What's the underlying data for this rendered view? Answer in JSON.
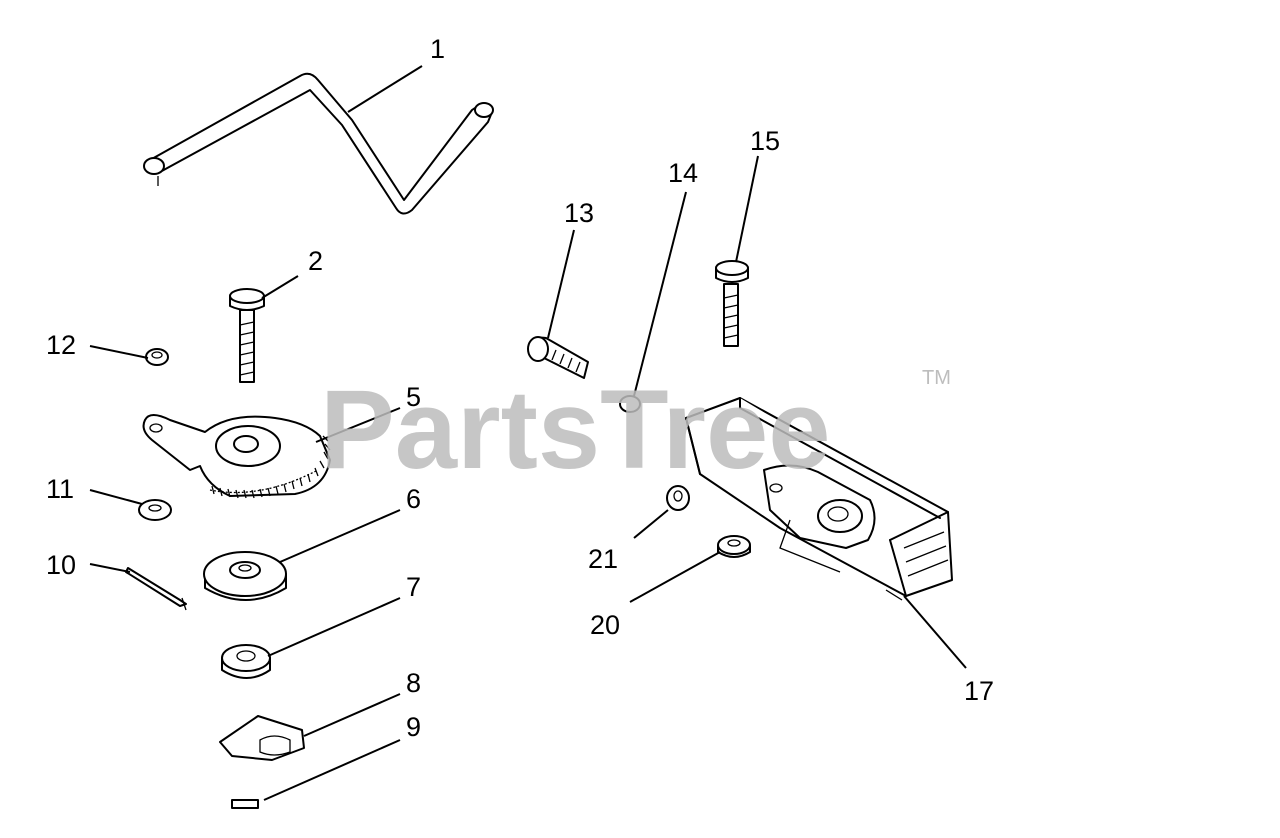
{
  "watermark": {
    "text": "PartsTree",
    "tm": "TM"
  },
  "callouts": {
    "c1": "1",
    "c2": "2",
    "c5": "5",
    "c6": "6",
    "c7": "7",
    "c8": "8",
    "c9": "9",
    "c10": "10",
    "c11": "11",
    "c12": "12",
    "c13": "13",
    "c14": "14",
    "c15": "15",
    "c17": "17",
    "c20": "20",
    "c21": "21"
  }
}
